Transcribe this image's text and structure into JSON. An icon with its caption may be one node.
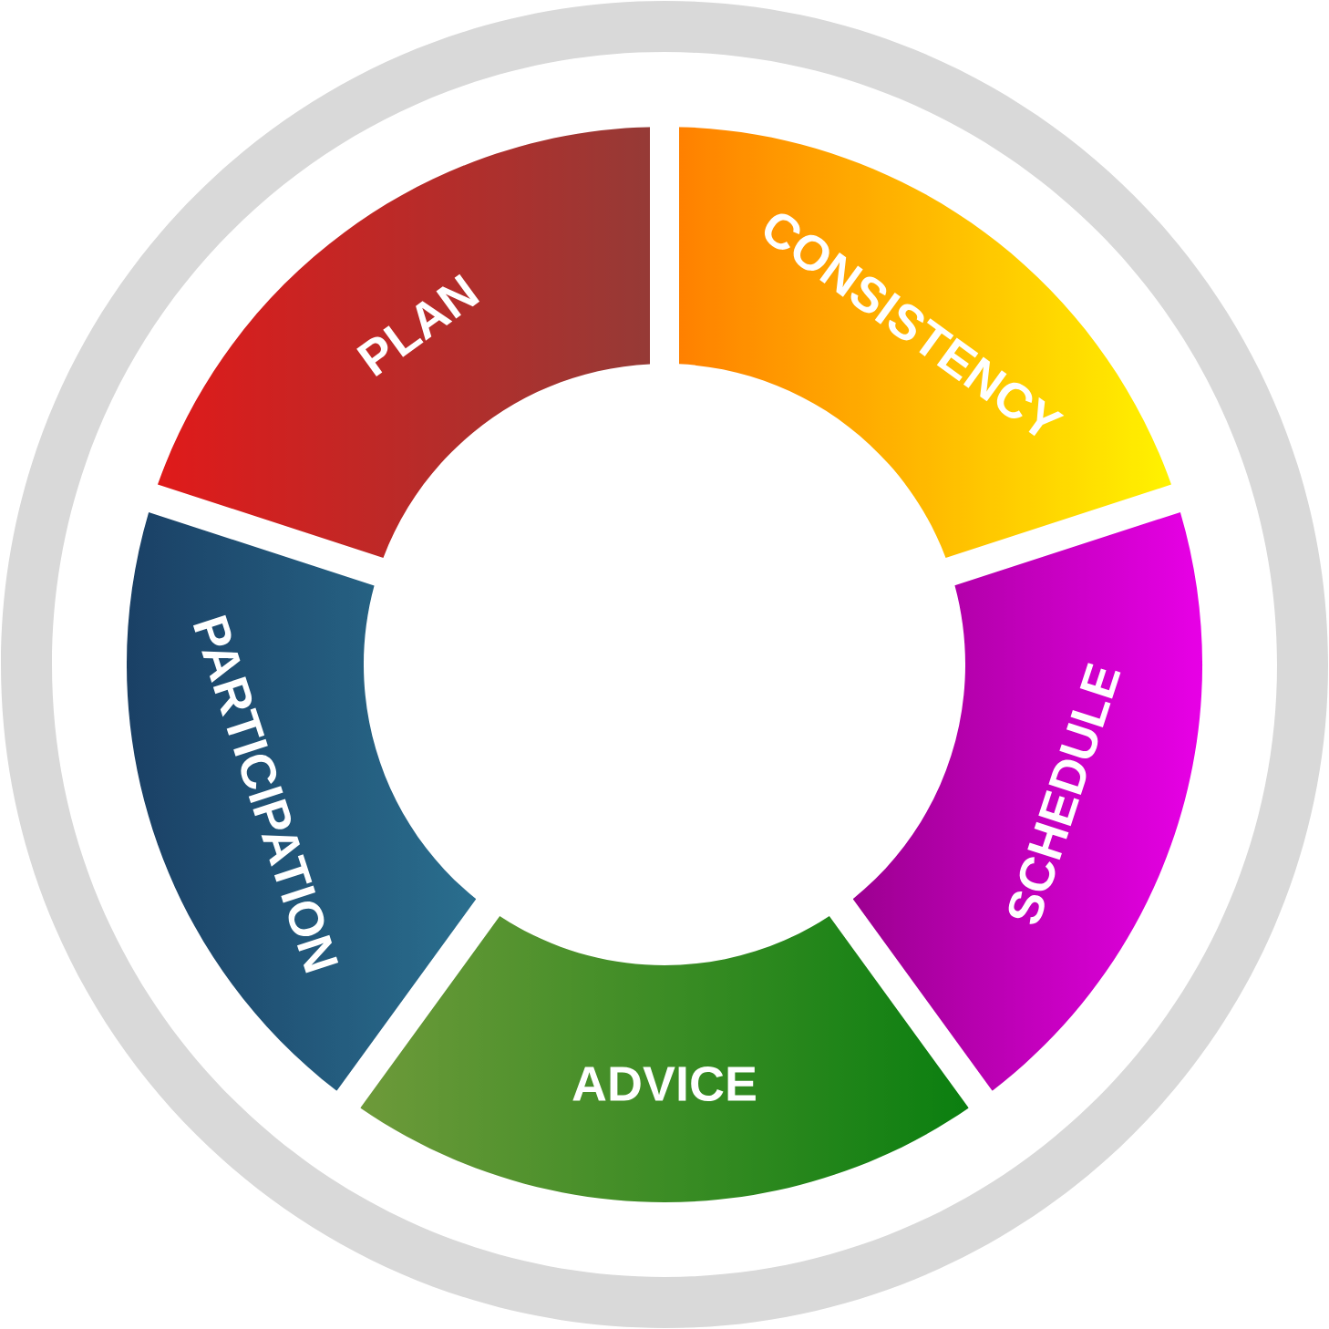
{
  "diagram": {
    "nodes": [
      {
        "text": [
          "PLAN"
        ]
      },
      {
        "text": [
          "CONSISTENCY"
        ]
      },
      {
        "text": [
          "SCHEDULE"
        ]
      },
      {
        "text": [
          "ADVICE"
        ]
      },
      {
        "text": [
          "PARTICIPATION"
        ]
      }
    ]
  }
}
